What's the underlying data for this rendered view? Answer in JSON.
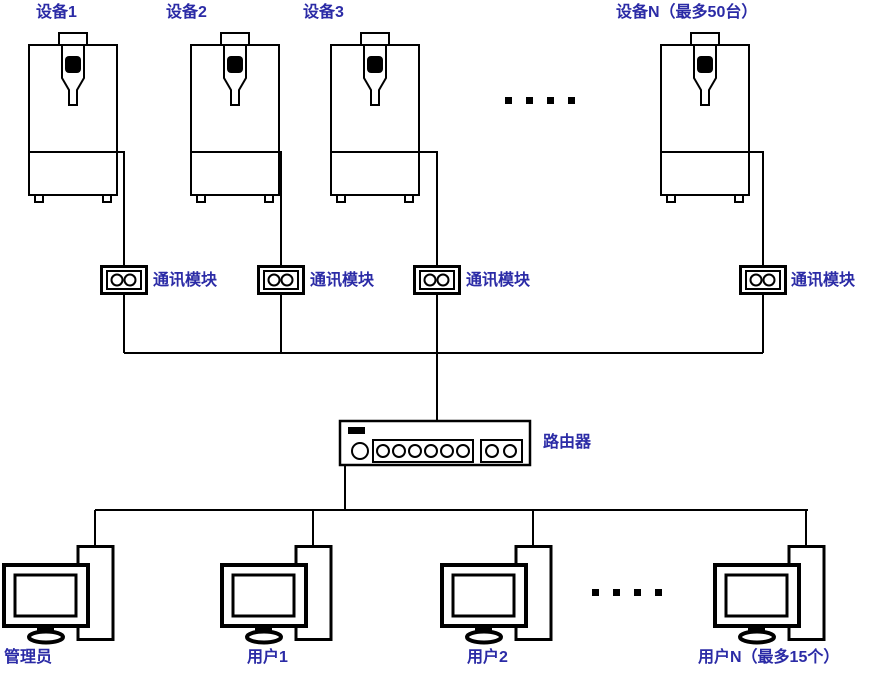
{
  "diagram": {
    "label_color": "#2B2BA6",
    "line_color": "#000000",
    "devices": [
      {
        "label": "设备1"
      },
      {
        "label": "设备2"
      },
      {
        "label": "设备3"
      },
      {
        "label": "设备N（最多50台）"
      }
    ],
    "comm_modules": [
      {
        "label": "通讯模块"
      },
      {
        "label": "通讯模块"
      },
      {
        "label": "通讯模块"
      },
      {
        "label": "通讯模块"
      }
    ],
    "router": {
      "label": "路由器"
    },
    "computers": [
      {
        "label": "管理员"
      },
      {
        "label": "用户1"
      },
      {
        "label": "用户2"
      },
      {
        "label": "用户N（最多15个）"
      }
    ]
  }
}
